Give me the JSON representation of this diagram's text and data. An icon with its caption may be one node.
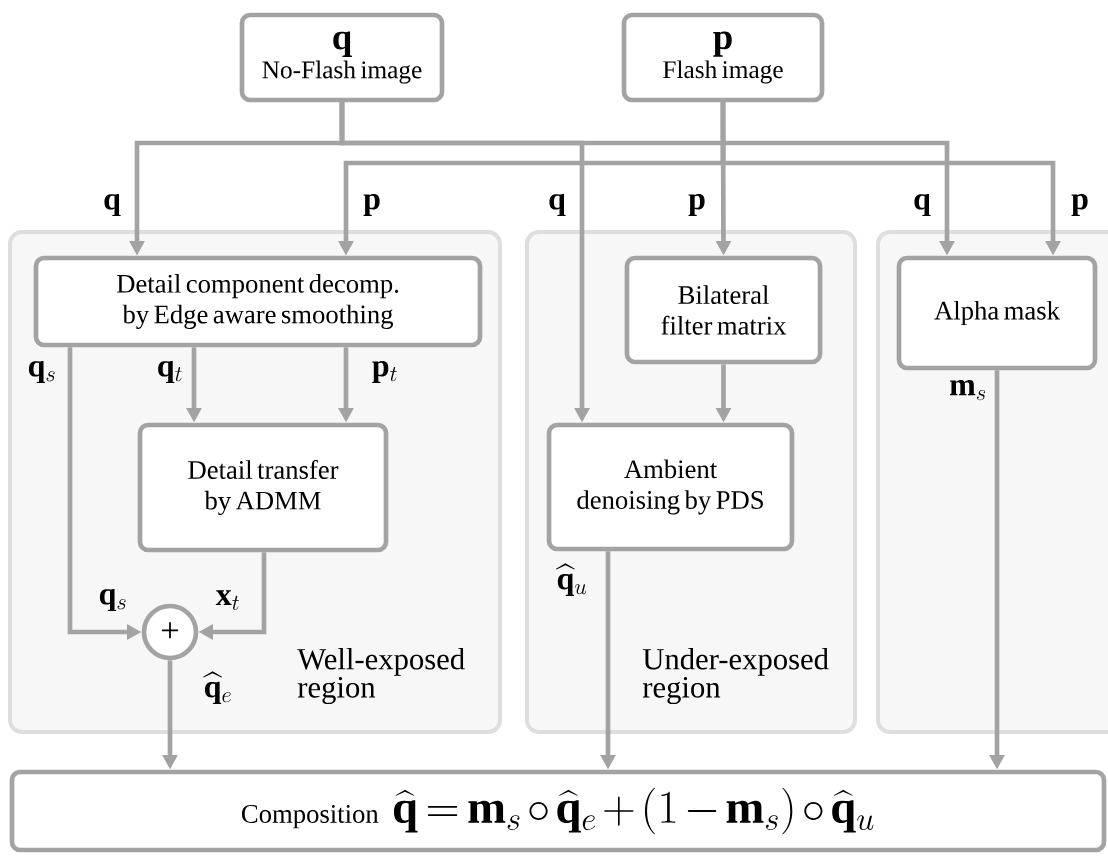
{
  "diagram": {
    "nodes": [
      {
        "text": [
          "\\mathbf{q}",
          "No-Flash image"
        ]
      },
      {
        "text": [
          "\\mathbf{p}",
          "Flash image"
        ]
      },
      {
        "text": [
          "Well-exposed region"
        ]
      },
      {
        "text": [
          "Under-exposed region"
        ]
      },
      {
        "text": [],
        "shape": "box"
      },
      {
        "text": [
          "Detail component decomp. by Edge aware smoothing"
        ],
        "in": 2
      },
      {
        "text": [
          "Detail transfer by ADMM"
        ],
        "in": 2
      },
      {
        "text": [
          "+"
        ],
        "in": 2
      },
      {
        "text": [
          "Bilateral filter matrix"
        ],
        "in": 3
      },
      {
        "text": [
          "Ambient denoising by PDS"
        ],
        "in": 3
      },
      {
        "text": [
          "Alpha mask"
        ],
        "in": 4
      },
      {
        "text": [
          "Composition",
          "\\widehat{\\mathbf{q}} = \\mathbf{m}_s \\circ \\widehat{\\mathbf{q}}_e + (1 - \\mathbf{m}_s) \\circ \\widehat{\\mathbf{q}}_u"
        ]
      }
    ],
    "edges": [
      {
        "from": 0,
        "to": 5,
        "arrow": "to",
        "label": "\\mathbf{q}"
      },
      {
        "from": 1,
        "to": 5,
        "arrow": "to",
        "label": "\\mathbf{p}"
      },
      {
        "from": 0,
        "to": 9,
        "arrow": "to",
        "label": "\\mathbf{q}"
      },
      {
        "from": 1,
        "to": 8,
        "arrow": "to",
        "label": "\\mathbf{p}"
      },
      {
        "from": 0,
        "to": 10,
        "arrow": "to",
        "label": "\\mathbf{q}"
      },
      {
        "from": 1,
        "to": 10,
        "arrow": "to",
        "label": "\\mathbf{p}"
      },
      {
        "from": 5,
        "to": 6,
        "arrow": "to",
        "label": "\\mathbf{q}_t"
      },
      {
        "from": 5,
        "to": 6,
        "arrow": "to",
        "label": "\\mathbf{p}_t"
      },
      {
        "from": 5,
        "to": 7,
        "arrow": "to",
        "label": "\\mathbf{q}_s"
      },
      {
        "from": 6,
        "to": 7,
        "arrow": "to",
        "label": "\\mathbf{x}_t"
      },
      {
        "from": 7,
        "to": 11,
        "arrow": "to",
        "label": "\\widehat{\\mathbf{q}}_e"
      },
      {
        "from": 8,
        "to": 9,
        "arrow": "to"
      },
      {
        "from": 9,
        "to": 11,
        "arrow": "to",
        "label": "\\widehat{\\mathbf{q}}_u"
      },
      {
        "from": 10,
        "to": 11,
        "arrow": "to",
        "label": "\\mathbf{m}_s"
      }
    ],
    "labels": [
      "\\mathbf{q}_s"
    ]
  }
}
